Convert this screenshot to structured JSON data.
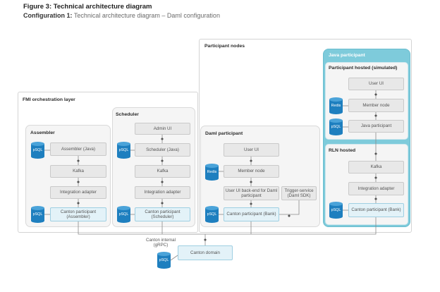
{
  "figure": {
    "title": "Figure 3: Technical architecture diagram",
    "subtitle_prefix": "Configuration 1:",
    "subtitle_text": "Technical architecture diagram – Daml configuration"
  },
  "fmi": {
    "title": "FMI orchestration layer",
    "assembler": {
      "title": "Assembler",
      "java": "Assembler (Java)",
      "kafka": "Kafka",
      "integration": "Integration adapter",
      "participant": "Canton participant (Assembler)",
      "db_top": "pSQL",
      "db_bottom": "pSQL"
    },
    "scheduler": {
      "title": "Scheduler",
      "admin": "Admin UI",
      "java": "Scheduler (Java)",
      "kafka": "Kafka",
      "integration": "Integration adapter",
      "participant": "Canton participant (Scheduler)",
      "db_top": "pSQL",
      "db_bottom": "pSQL"
    }
  },
  "participant_nodes": {
    "title": "Participant nodes",
    "daml": {
      "title": "Daml participant",
      "user_ui": "User UI",
      "member": "Member node",
      "backend": "User UI back-end for Daml participant",
      "trigger": "Trigger-service (Daml SDK)",
      "participant": "Canton participant (Bank)",
      "db_redis": "Redis",
      "db_psql": "pSQL"
    },
    "java": {
      "title": "Java participant",
      "hosted": {
        "title": "Participant hosted (simulated)",
        "user_ui": "User UI",
        "member": "Member node",
        "java_participant": "Java participant",
        "db_redis": "Redis",
        "db_psql": "pSQL"
      },
      "rln": {
        "title": "RLN hosted",
        "kafka": "Kafka",
        "integration": "Integration adapter",
        "participant": "Canton participant (Bank)",
        "db_psql": "pSQL"
      }
    }
  },
  "bottom": {
    "canton_internal": "Canton internal (gRPC)",
    "domain": "Canton domain",
    "db_psql": "pSQL"
  },
  "colors": {
    "java_accent": "#7ecbdb",
    "db_blue": "#1e7fbf",
    "canton_box": "#e3f2f8"
  }
}
